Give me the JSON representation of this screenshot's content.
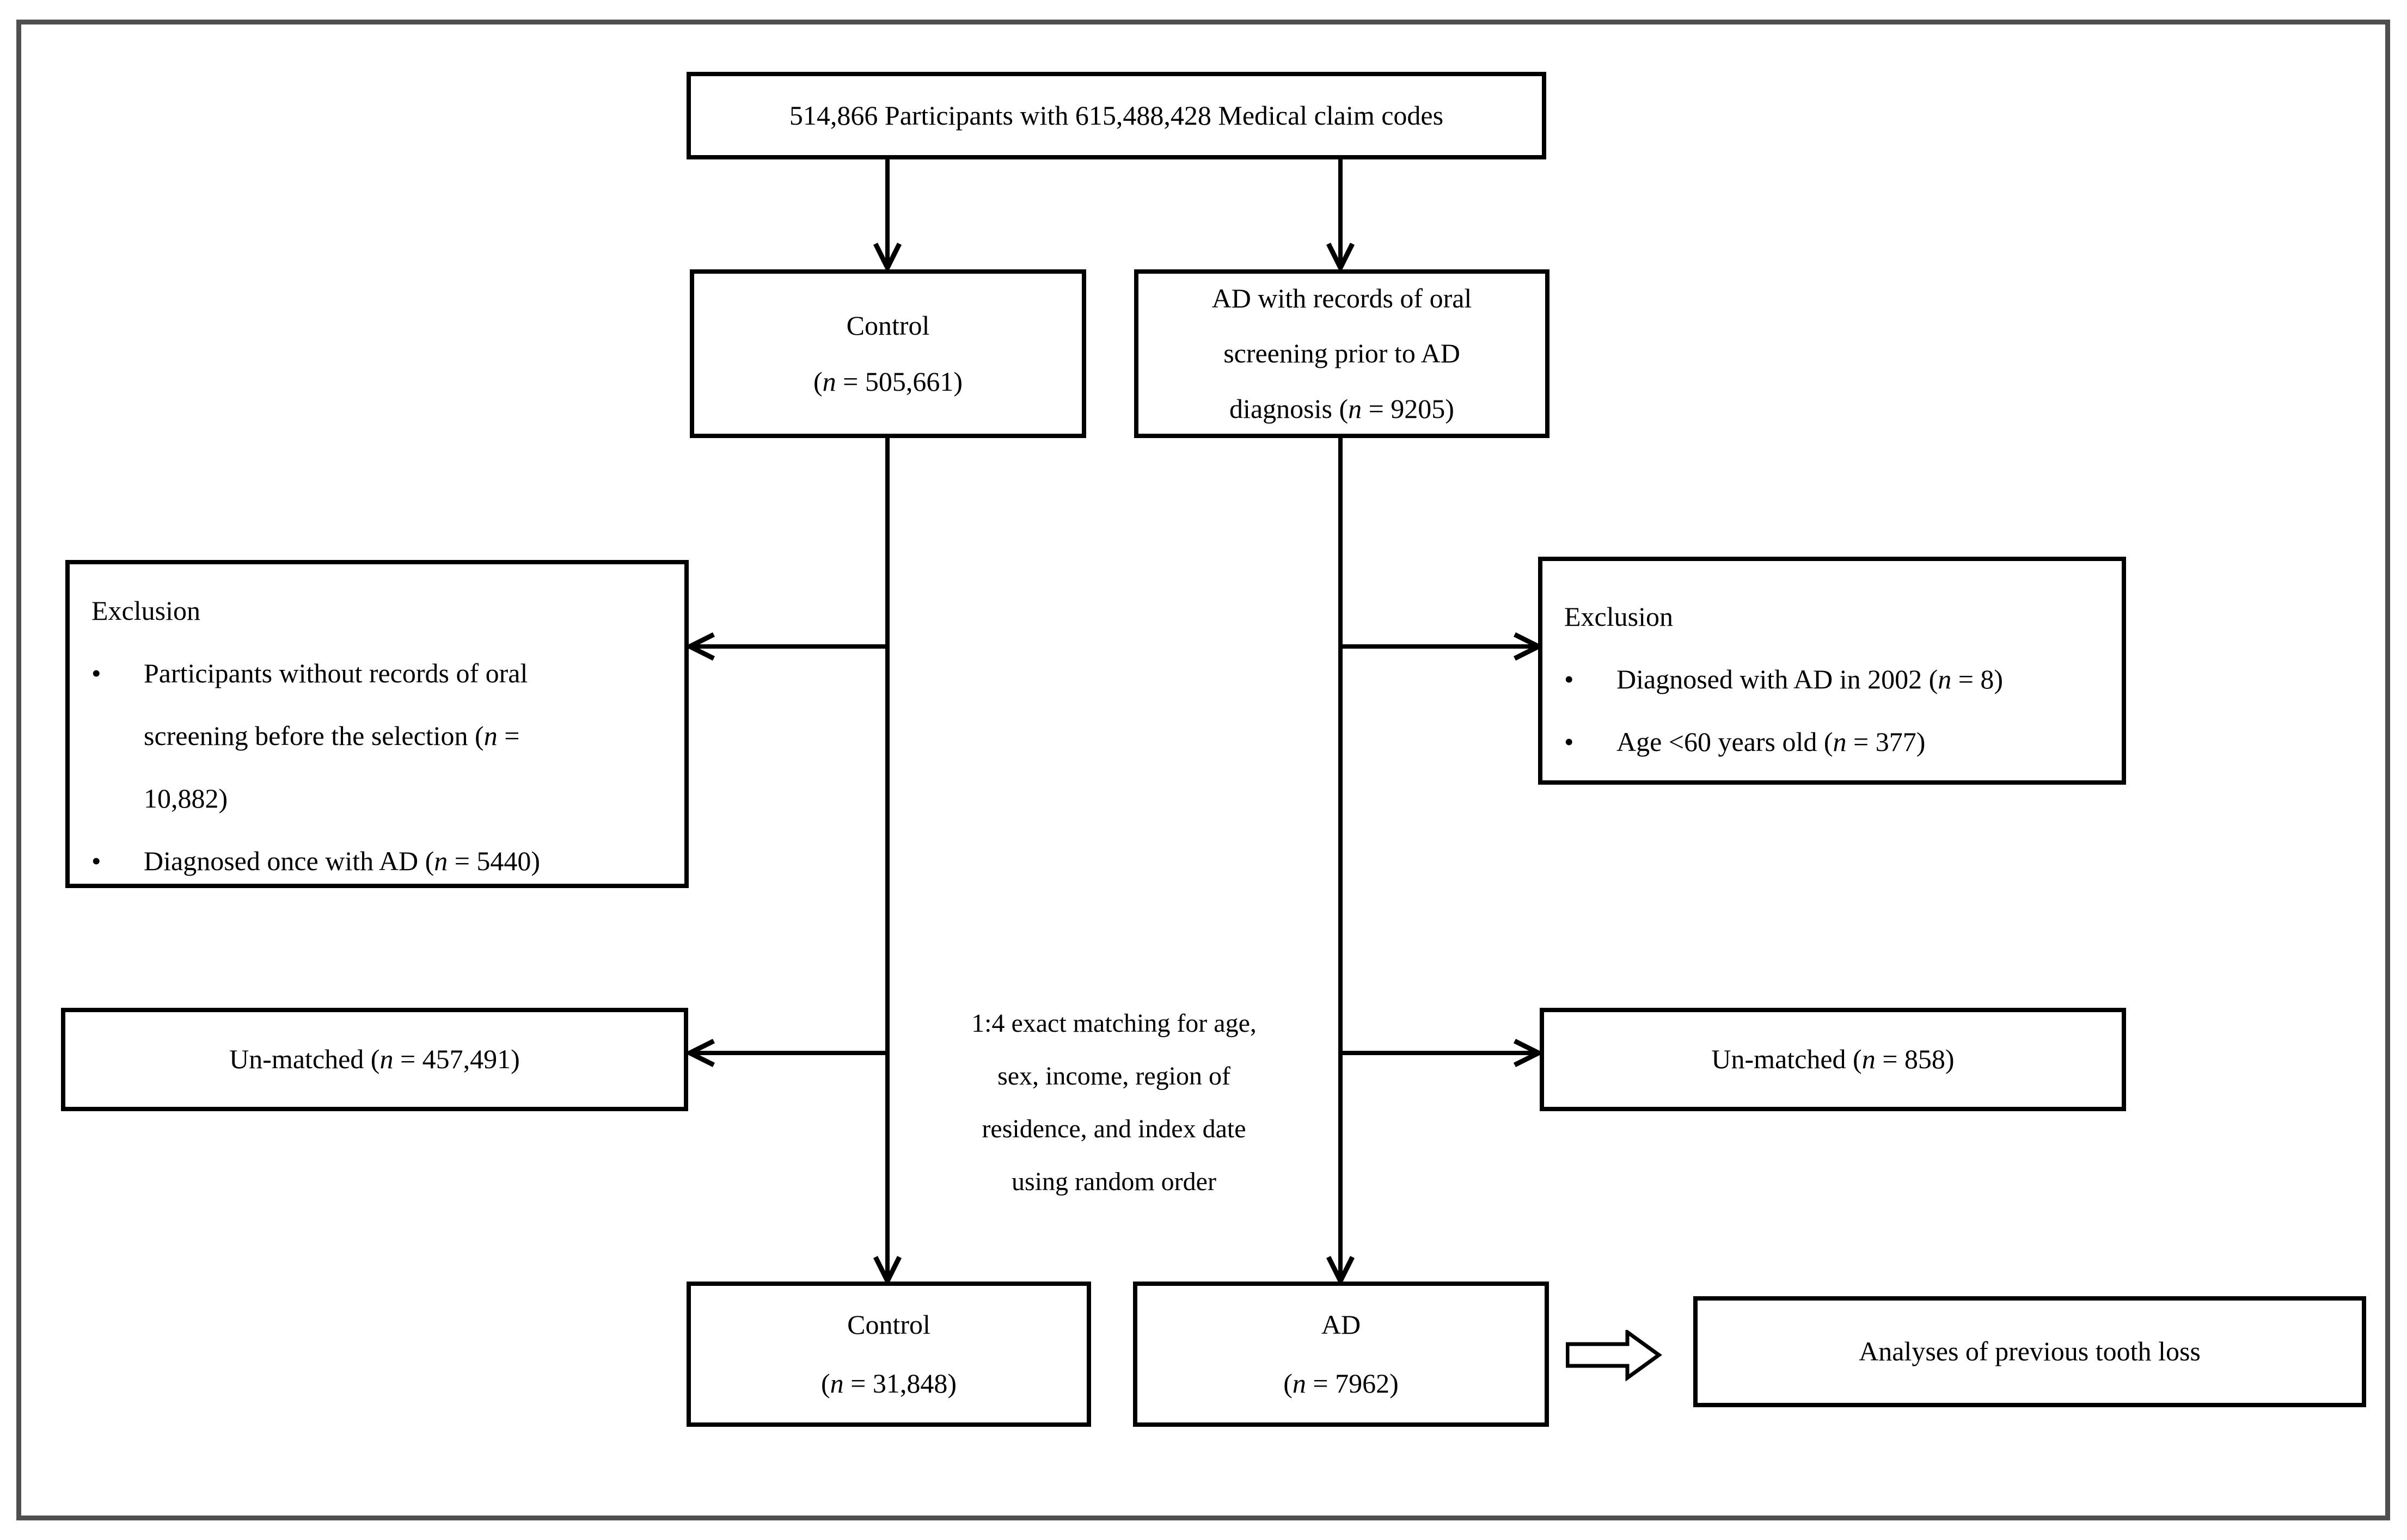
{
  "ui": {
    "bullet": "•"
  },
  "flowchart": {
    "source_box": {
      "text": "514,866 Participants with 615,488,428 Medical claim codes"
    },
    "control_initial": {
      "title": "Control",
      "n_pre": "(",
      "n_var": "n",
      "n_post": " = 505,661)"
    },
    "ad_initial": {
      "line1": "AD with records of oral",
      "line2": "screening prior to AD",
      "line3_pre": "diagnosis (",
      "line3_var": "n",
      "line3_post": " = 9205)"
    },
    "control_exclusion": {
      "heading": "Exclusion",
      "item1_pre": "Participants without records of oral screening before the selection (",
      "item1_var": "n",
      "item1_post": " = 10,882)",
      "item2_pre": "Diagnosed once with AD (",
      "item2_var": "n",
      "item2_post": " = 5440)"
    },
    "ad_exclusion": {
      "heading": "Exclusion",
      "item1_pre": "Diagnosed with AD in 2002 (",
      "item1_var": "n",
      "item1_post": " = 8)",
      "item2_pre": "Age <60 years old (",
      "item2_var": "n",
      "item2_post": " = 377)"
    },
    "control_unmatched": {
      "pre": "Un-matched (",
      "var": "n",
      "post": " = 457,491)"
    },
    "ad_unmatched": {
      "pre": "Un-matched (",
      "var": "n",
      "post": " = 858)"
    },
    "matching_note": {
      "line1": "1:4 exact matching for age,",
      "line2": "sex, income, region of",
      "line3": "residence, and index date",
      "line4": "using random order"
    },
    "control_final": {
      "title": "Control",
      "n_pre": "(",
      "n_var": "n",
      "n_post": " = 31,848)"
    },
    "ad_final": {
      "title": "AD",
      "n_pre": "(",
      "n_var": "n",
      "n_post": " = 7962)"
    },
    "analysis_box": {
      "text": "Analyses of previous tooth loss"
    }
  }
}
